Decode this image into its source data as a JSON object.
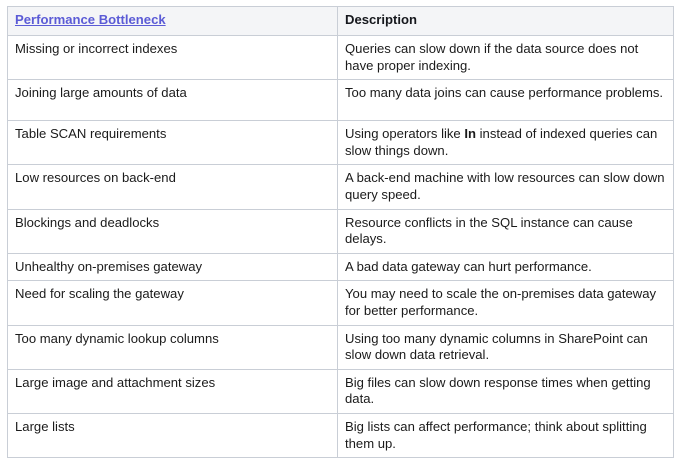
{
  "table": {
    "columns": [
      {
        "key": "bottleneck",
        "label": "Performance Bottleneck",
        "style": "link"
      },
      {
        "key": "description",
        "label": "Description",
        "style": "plain"
      }
    ],
    "rows": [
      {
        "bottleneck": "Missing or incorrect indexes",
        "description": "Queries can slow down if the data source does not have proper indexing.",
        "height": "tall"
      },
      {
        "bottleneck": "Joining large amounts of data",
        "description": "Too many data joins can cause performance problems.",
        "height": "tall"
      },
      {
        "bottleneck": "Table SCAN requirements",
        "description_pre": "Using operators like ",
        "description_emph": "In",
        "description_post": " instead of indexed queries can slow things down.",
        "description": "Using operators like In instead of indexed queries can slow things down.",
        "height": "tall"
      },
      {
        "bottleneck": "Low resources on back-end",
        "description": "A back-end machine with low resources can slow down query speed.",
        "height": "tall"
      },
      {
        "bottleneck": "Blockings and deadlocks",
        "description": "Resource conflicts in the SQL instance can cause delays.",
        "height": "tall"
      },
      {
        "bottleneck": "Unhealthy on-premises gateway",
        "description": "A bad data gateway can hurt performance.",
        "height": "short"
      },
      {
        "bottleneck": "Need for scaling the gateway",
        "description": "You may need to scale the on-premises data gateway for better performance.",
        "height": "tall"
      },
      {
        "bottleneck": "Too many dynamic lookup columns",
        "description": "Using too many dynamic columns in SharePoint can slow down data retrieval.",
        "height": "tall"
      },
      {
        "bottleneck": "Large image and attachment sizes",
        "description": "Big files can slow down response times when getting data.",
        "height": "tall"
      },
      {
        "bottleneck": "Large lists",
        "description": "Big lists can affect performance; think about splitting them up.",
        "height": "tall"
      }
    ]
  },
  "colors": {
    "header_link": "#5b5bd6",
    "header_text": "#16181d",
    "header_background": "#f4f5f7",
    "border": "#c9ced6",
    "body_text": "#1b1b1b",
    "page_background": "#ffffff"
  }
}
